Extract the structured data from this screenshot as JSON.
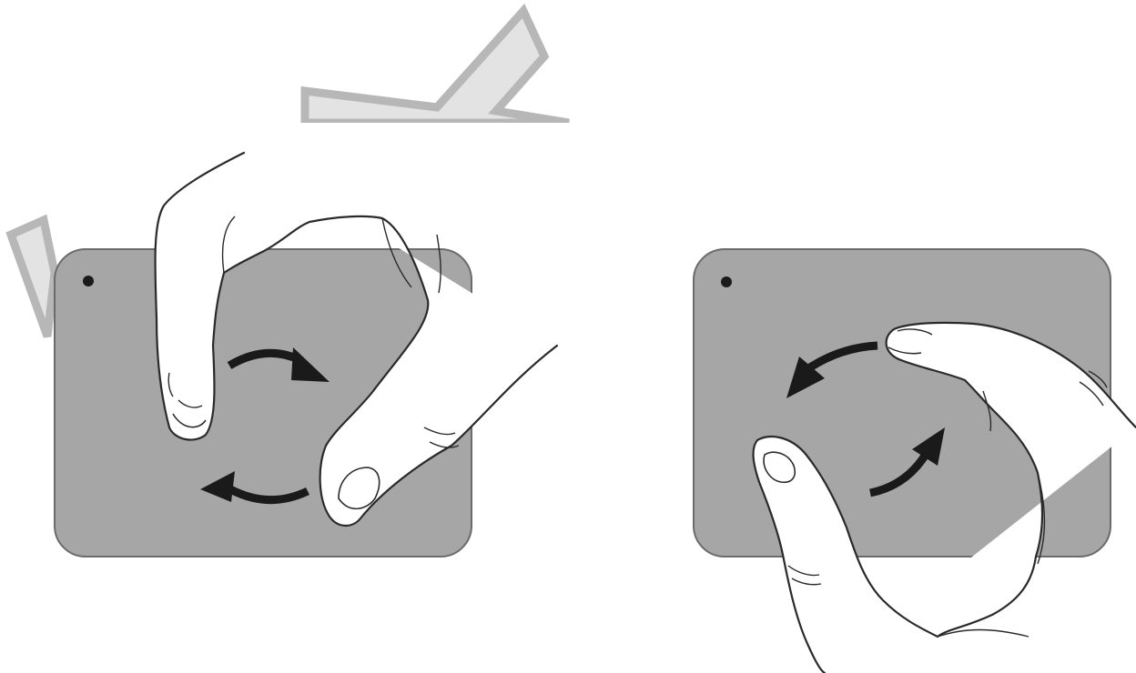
{
  "illustration": {
    "panels": [
      {
        "id": "left",
        "gesture": "rotate-clockwise",
        "hand": "right-hand",
        "icons": [
          "touchpad-icon",
          "touchpad-indicator-light",
          "rotate-clockwise-arrow-top",
          "rotate-clockwise-arrow-bottom"
        ]
      },
      {
        "id": "right",
        "gesture": "rotate-counterclockwise",
        "hand": "right-hand",
        "icons": [
          "touchpad-icon",
          "touchpad-indicator-light",
          "rotate-counterclockwise-arrow-top",
          "rotate-counterclockwise-arrow-bottom"
        ]
      }
    ],
    "colors": {
      "background": "#ffffff",
      "touchpad_fill": "#a6a6a6",
      "touchpad_stroke": "#6b6b6b",
      "hand_fill": "#ffffff",
      "hand_stroke": "#2a2a2a",
      "arrow_fill": "#1a1a1a",
      "indicator_fill": "#1a1a1a",
      "backdrop_fill": "#e3e3e3",
      "backdrop_stroke": "#b7b7b7"
    }
  }
}
